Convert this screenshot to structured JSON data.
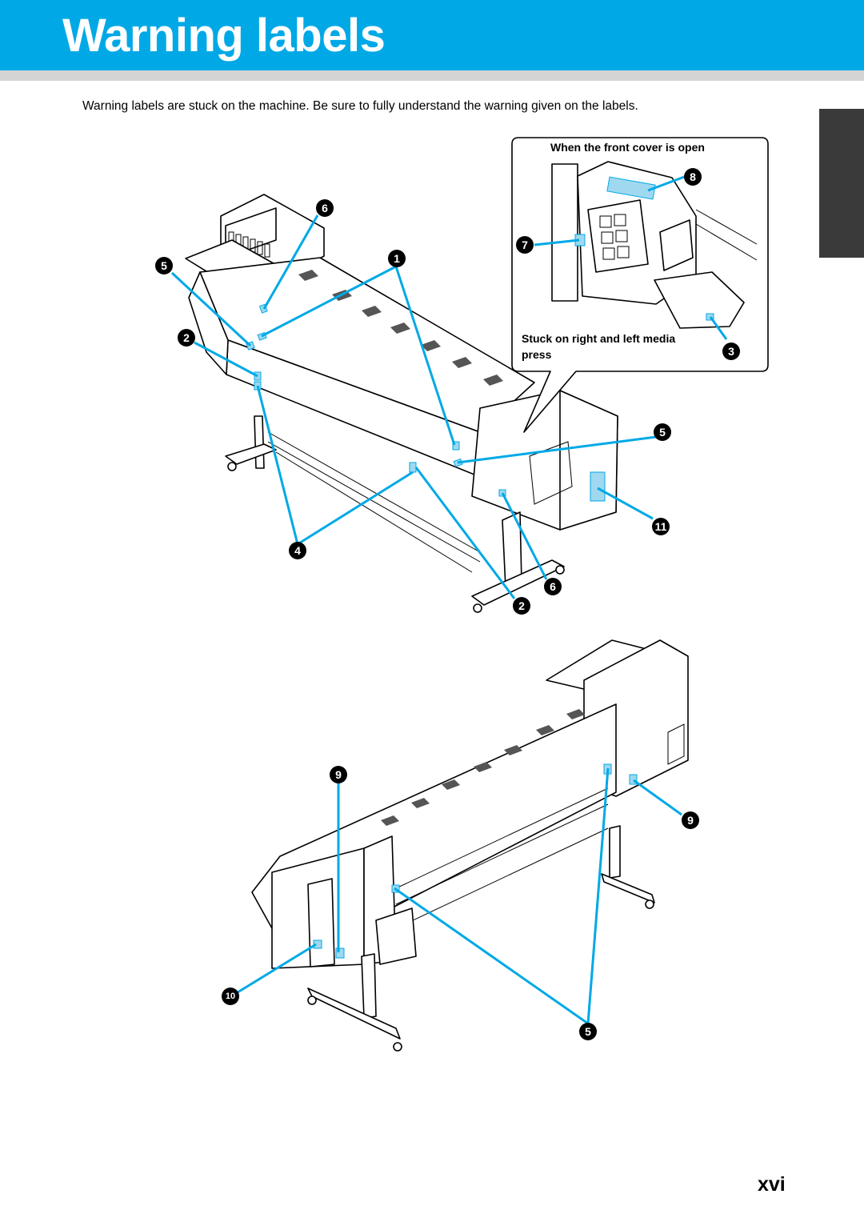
{
  "header": {
    "title": "Warning labels"
  },
  "intro": "Warning labels are stuck on the machine. Be sure to fully understand the warning given on the labels.",
  "inset": {
    "caption_top": "When the front cover is open",
    "caption_bottom_line1": "Stuck on right and left media",
    "caption_bottom_line2": "press"
  },
  "callouts": {
    "c1": "1",
    "c2a": "2",
    "c2b": "2",
    "c3": "3",
    "c4": "4",
    "c5a": "5",
    "c5b": "5",
    "c5c": "5",
    "c6a": "6",
    "c6b": "6",
    "c7": "7",
    "c8": "8",
    "c9a": "9",
    "c9b": "9",
    "c10": "10",
    "c11": "11"
  },
  "page_number": "xvi",
  "colors": {
    "accent": "#00a9e6",
    "rule": "#d4d4d4",
    "tab": "#3a3a3a"
  }
}
